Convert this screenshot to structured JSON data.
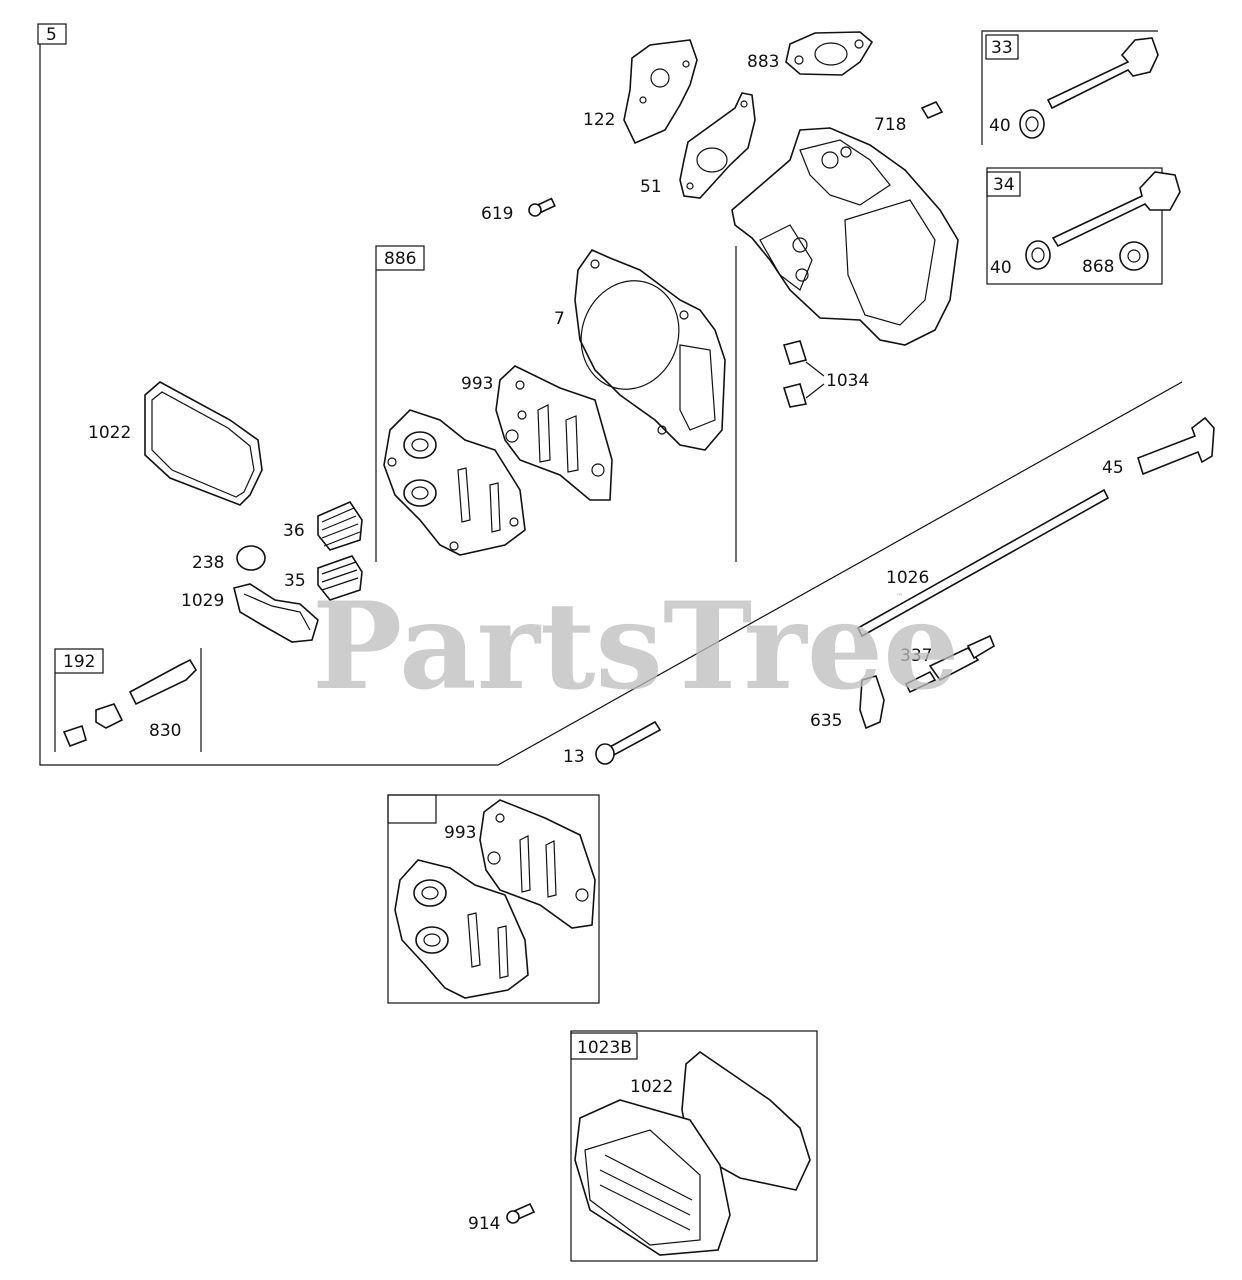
{
  "groups": {
    "g5": "5",
    "g886": "886",
    "g33": "33",
    "g34": "34",
    "g192": "192",
    "g1023b": "1023B",
    "blank": ""
  },
  "callouts": {
    "c883": "883",
    "c122": "122",
    "c718": "718",
    "c51": "51",
    "c619": "619",
    "c7": "7",
    "c993": "993",
    "c1034": "1034",
    "c1022": "1022",
    "c36": "36",
    "c238": "238",
    "c35": "35",
    "c1029": "1029",
    "c830": "830",
    "c45": "45",
    "c1026": "1026",
    "c337": "337",
    "c635": "635",
    "c13": "13",
    "c40a": "40",
    "c40b": "40",
    "c868": "868",
    "c993b": "993",
    "c1022b": "1022",
    "c914": "914"
  },
  "watermark": {
    "text": "PartsTree",
    "tm": "™"
  }
}
